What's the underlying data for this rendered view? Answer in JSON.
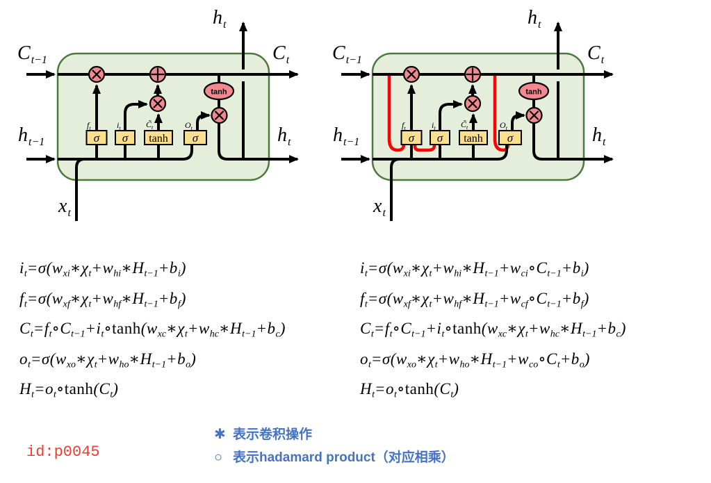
{
  "diagrams": {
    "left": {
      "title": "standard-lstm-cell",
      "io": {
        "c_prev": {
          "main": "C",
          "sub": "t−1"
        },
        "h_prev": {
          "main": "h",
          "sub": "t−1"
        },
        "x_in": {
          "main": "x",
          "sub": "t"
        },
        "h_out_top": {
          "main": "h",
          "sub": "t"
        },
        "c_out": {
          "main": "C",
          "sub": "t"
        },
        "h_out_right": {
          "main": "h",
          "sub": "t"
        }
      },
      "gates": [
        {
          "tag_main": "f",
          "tag_sub": "t",
          "box_label": "σ"
        },
        {
          "tag_main": "i",
          "tag_sub": "t",
          "box_label": "σ"
        },
        {
          "tag_main": "C̃",
          "tag_sub": "t",
          "box_label": "tanh"
        },
        {
          "tag_main": "O",
          "tag_sub": "t",
          "box_label": "σ"
        }
      ],
      "tanh_oval_label": "tanh"
    },
    "right": {
      "title": "peephole-lstm-cell",
      "io": {
        "c_prev": {
          "main": "C",
          "sub": "t−1"
        },
        "h_prev": {
          "main": "h",
          "sub": "t−1"
        },
        "x_in": {
          "main": "x",
          "sub": "t"
        },
        "h_out_top": {
          "main": "h",
          "sub": "t"
        },
        "c_out": {
          "main": "C",
          "sub": "t"
        },
        "h_out_right": {
          "main": "h",
          "sub": "t"
        }
      },
      "gates": [
        {
          "tag_main": "f",
          "tag_sub": "t",
          "box_label": "σ"
        },
        {
          "tag_main": "i",
          "tag_sub": "t",
          "box_label": "σ"
        },
        {
          "tag_main": "C̃",
          "tag_sub": "t",
          "box_label": "tanh"
        },
        {
          "tag_main": "O",
          "tag_sub": "t",
          "box_label": "σ"
        }
      ],
      "tanh_oval_label": "tanh"
    }
  },
  "equations": {
    "left": [
      "i_{t}=σ(w_{xi}∗χ_{t}+w_{hi}∗H_{t−1}+b_{i})",
      "f_{t}=σ(w_{xf}∗χ_{t}+w_{hf}∗H_{t−1}+b_{f})",
      "C_{t}=f_{t}∘C_{t−1}+i_{t}∘tanh(w_{xc}∗χ_{t}+w_{hc}∗H_{t−1}+b_{c})",
      "o_{t}=σ(w_{xo}∗χ_{t}+w_{ho}∗H_{t−1}+b_{o})",
      "H_{t}=o_{t}∘tanh(C_{t})"
    ],
    "right": [
      "i_{t}=σ(w_{xi}∗χ_{t}+w_{hi}∗H_{t−1}+w_{ci}∘C_{t−1}+b_{i})",
      "f_{t}=σ(w_{xf}∗χ_{t}+w_{hf}∗H_{t−1}+w_{cf}∘C_{t−1}+b_{f})",
      "C_{t}=f_{t}∘C_{t−1}+i_{t}∘tanh(w_{xc}∗χ_{t}+w_{hc}∗H_{t−1}+b_{c})",
      "o_{t}=σ(w_{xo}∗χ_{t}+w_{ho}∗H_{t−1}+w_{co}∘C_{t}+b_{o})",
      "H_{t}=o_{t}∘tanh(C_{t})"
    ]
  },
  "footer": {
    "id_label": "id:p0045",
    "legend": [
      {
        "symbol": "✱",
        "text": "表示卷积操作"
      },
      {
        "symbol": "○",
        "text": "表示hadamard product（对应相乘）"
      }
    ]
  },
  "ops": {
    "multiply": "⊗",
    "add": "⊕"
  },
  "colors": {
    "cell_fill": "#e4eeda",
    "cell_border": "#4c7a3e",
    "op_circle_fill": "#f2898e",
    "gate_box_fill": "#fcdf8e",
    "flow_line": "#000000",
    "peephole_line": "#ff0000",
    "legend_text": "#4472c4",
    "id_text": "#f23c33"
  }
}
